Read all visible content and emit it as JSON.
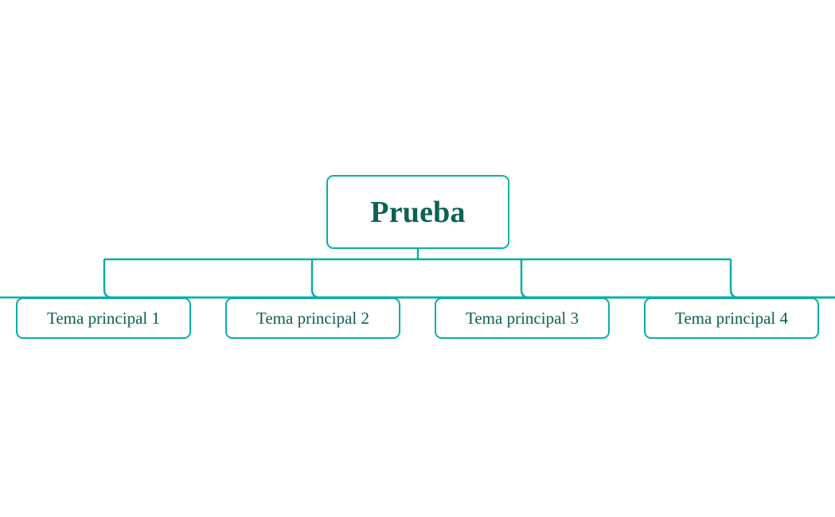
{
  "diagram": {
    "type": "mind-map",
    "background_color": "#ffffff",
    "stroke_color": "#0aafa8",
    "text_color": "#0b6156",
    "root": {
      "label": "Prueba"
    },
    "children": [
      {
        "label": "Tema principal 1"
      },
      {
        "label": "Tema principal 2"
      },
      {
        "label": "Tema principal 3"
      },
      {
        "label": "Tema principal 4"
      }
    ]
  }
}
